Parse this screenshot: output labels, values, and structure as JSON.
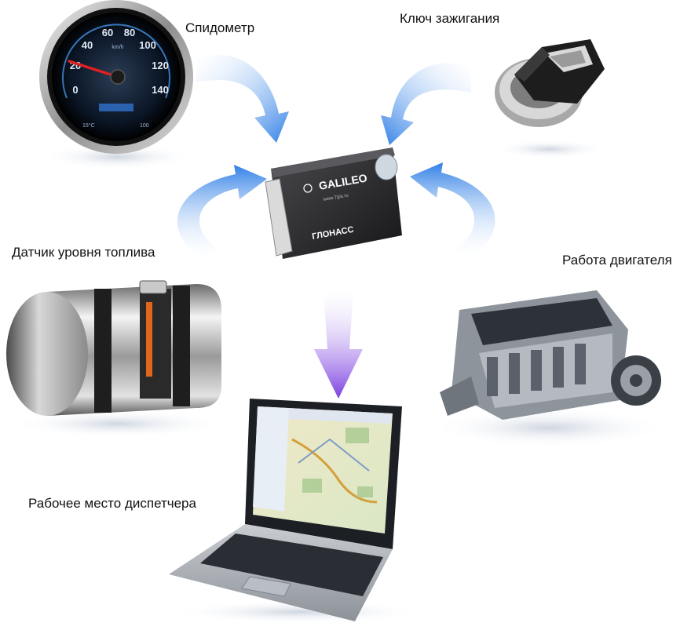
{
  "labels": {
    "speedometer": "Спидометр",
    "ignition_key": "Ключ зажигания",
    "fuel_sensor": "Датчик уровня топлива",
    "engine": "Работа двигателя",
    "dispatcher": "Рабочее место диспетчера"
  },
  "speedometer": {
    "scale": [
      "0",
      "20",
      "40",
      "60",
      "80",
      "100",
      "120",
      "140"
    ],
    "unit": "km/h",
    "temp": "15°C",
    "odometer": "100"
  },
  "tracker": {
    "brand": "GALILEO",
    "site": "www.7gis.ru",
    "system": "ГЛОНАСС"
  },
  "colors": {
    "arrow_blue": "#2f7fe6",
    "arrow_purple": "#7b3fe0",
    "tracker_body": "#2b2b2e",
    "needle": "#e02020"
  }
}
